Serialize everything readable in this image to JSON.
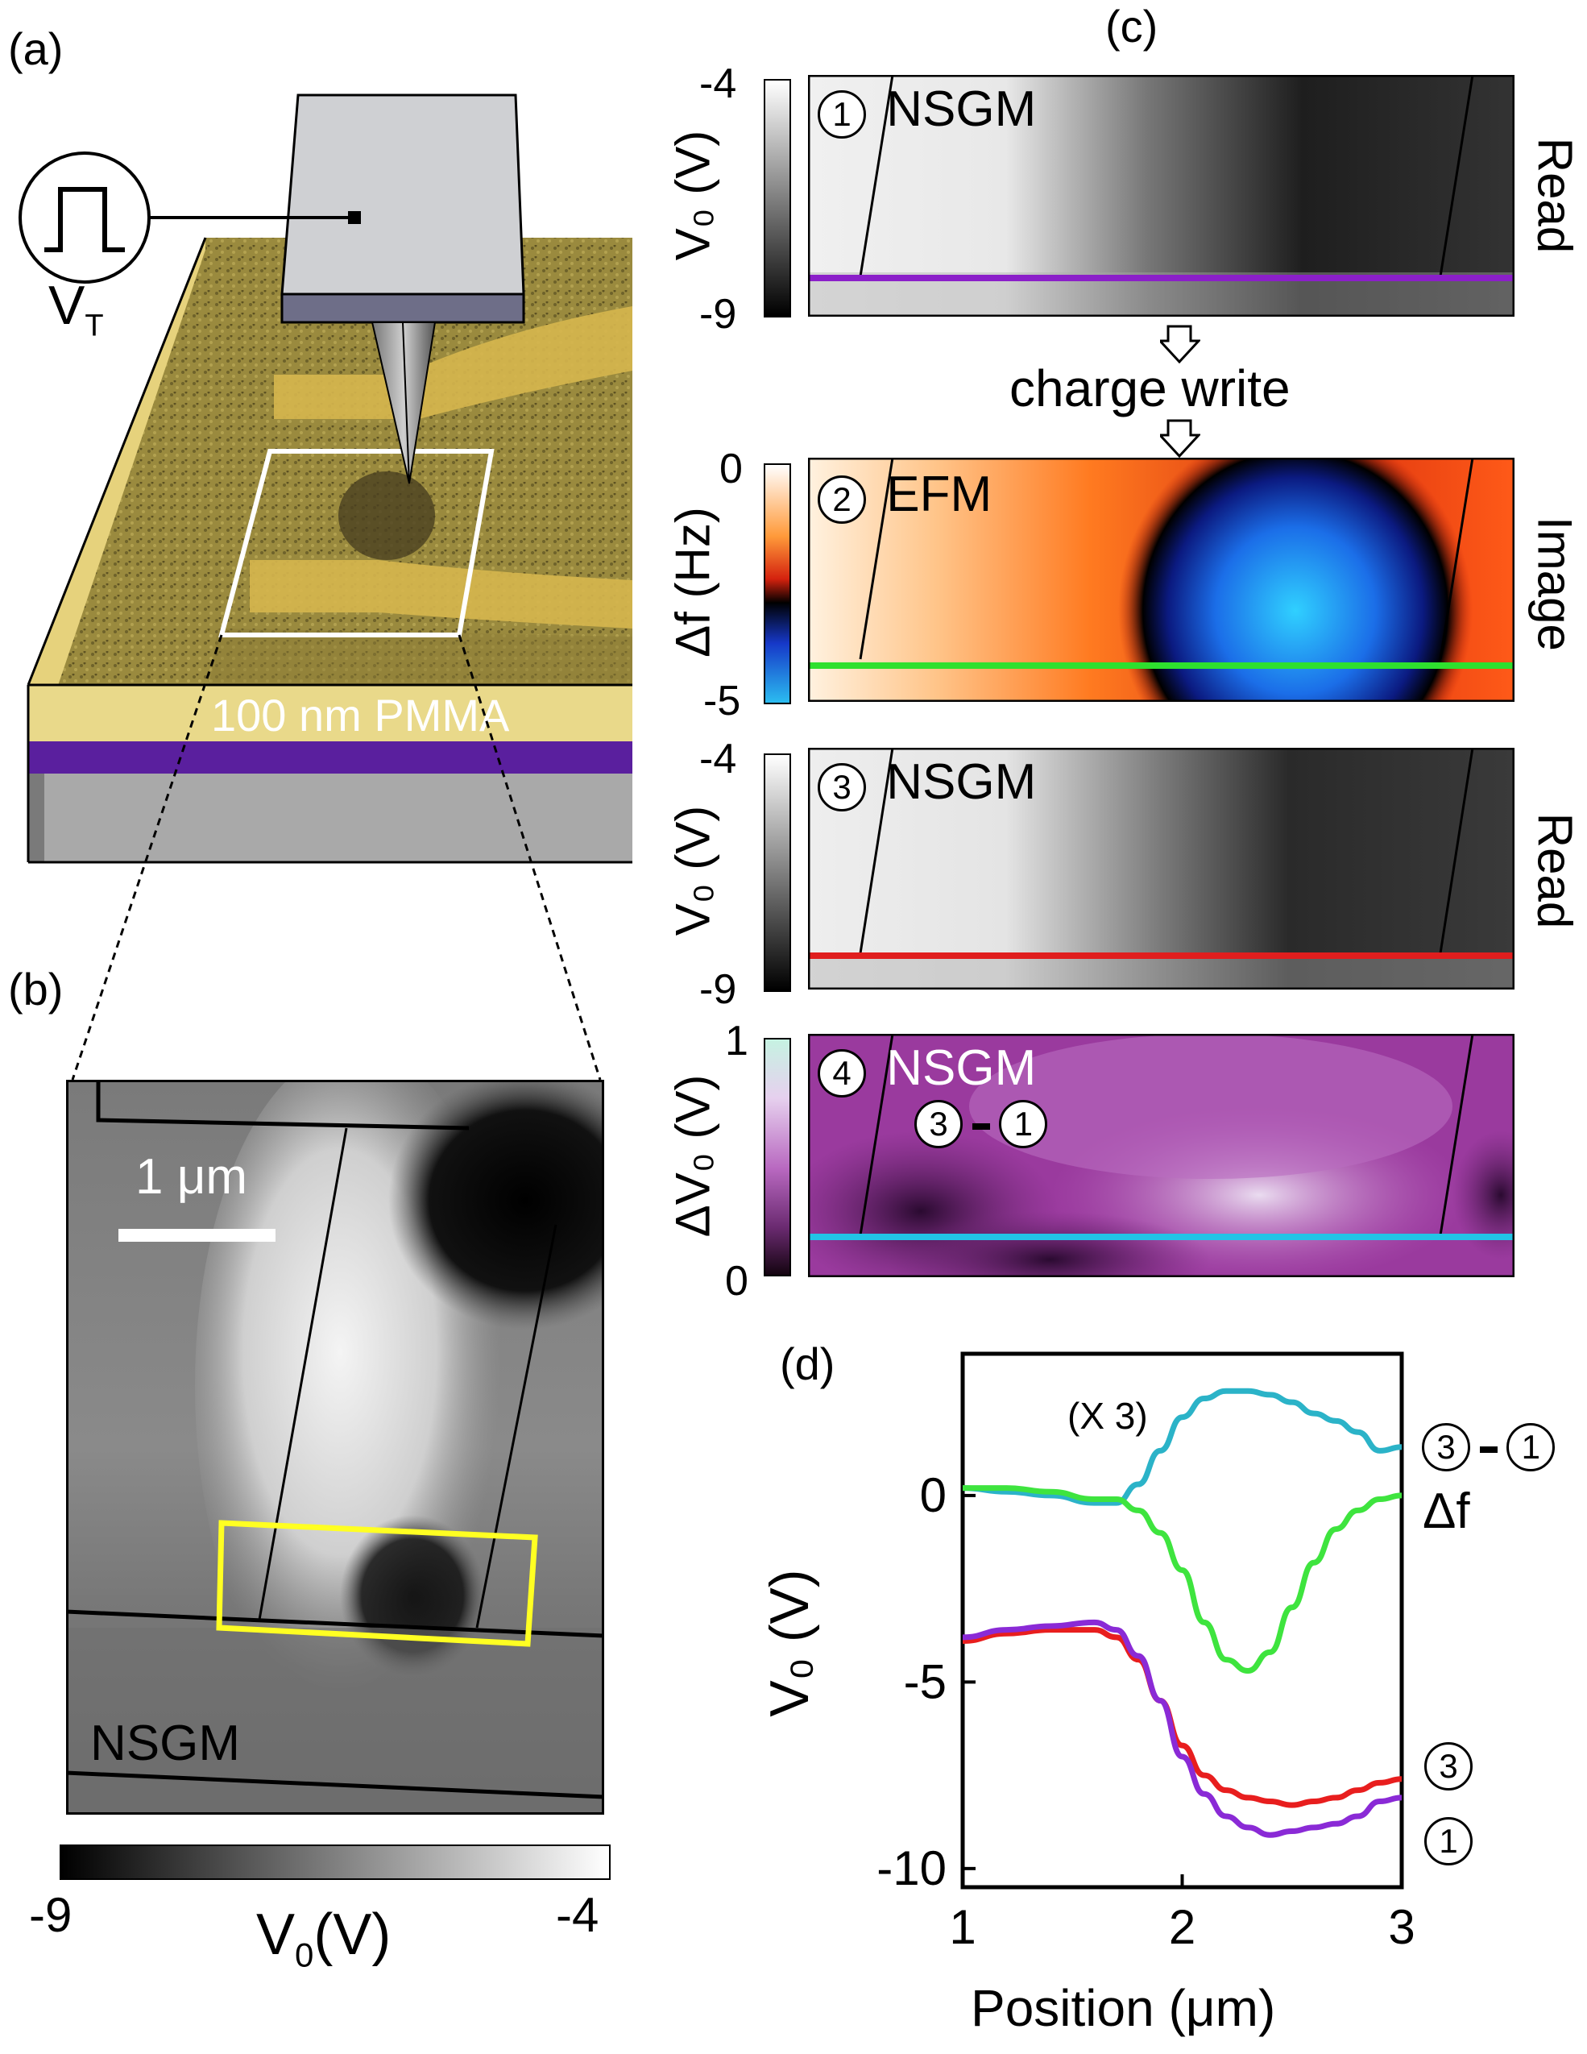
{
  "panel_labels": {
    "a": "(a)",
    "b": "(b)",
    "c": "(c)",
    "d": "(d)"
  },
  "panel_a": {
    "pulse_label": "V",
    "pulse_sub": "T",
    "layer_label": "100 nm PMMA"
  },
  "panel_b": {
    "scale_bar": "1 μm",
    "mode_label": "NSGM",
    "colorbar": {
      "min": "-9",
      "max": "-4",
      "label": "V",
      "label_sub": "0",
      "label_unit": "(V)"
    }
  },
  "panel_c": {
    "charge_write": "charge write",
    "images": [
      {
        "num": "1",
        "mode": "NSGM",
        "side": "Read",
        "cb_label": "V₀ (V)",
        "cb_top": "-4",
        "cb_bottom": "-9",
        "line_color": "#8b1fc9"
      },
      {
        "num": "2",
        "mode": "EFM",
        "side": "Image",
        "cb_label": "Δf (Hz)",
        "cb_top": "0",
        "cb_bottom": "-5",
        "line_color": "#2ee02e"
      },
      {
        "num": "3",
        "mode": "NSGM",
        "side": "Read",
        "cb_label": "V₀ (V)",
        "cb_top": "-4",
        "cb_bottom": "-9",
        "line_color": "#e01e1e"
      },
      {
        "num": "4",
        "mode": "NSGM",
        "side": "",
        "cb_label": "ΔV₀ (V)",
        "cb_top": "1",
        "cb_bottom": "0",
        "line_color": "#22c4e6",
        "diff_a": "3",
        "diff_b": "1"
      }
    ]
  },
  "chart_data": {
    "type": "line",
    "xlabel": "Position (μm)",
    "ylabel": "V₀ (V)",
    "xlim": [
      1,
      3
    ],
    "ylim": [
      -10.5,
      3.8
    ],
    "x_ticks": [
      "1",
      "2",
      "3"
    ],
    "y_ticks": [
      "0",
      "-5",
      "-10"
    ],
    "annotation": "(X 3)",
    "series": [
      {
        "name": "3-1",
        "color": "#2bb3c8",
        "x": [
          1.0,
          1.2,
          1.4,
          1.6,
          1.7,
          1.8,
          1.9,
          2.0,
          2.1,
          2.2,
          2.3,
          2.4,
          2.5,
          2.6,
          2.7,
          2.8,
          2.9,
          3.0
        ],
        "y": [
          0.2,
          0.1,
          0.0,
          -0.2,
          -0.2,
          0.3,
          1.2,
          2.1,
          2.6,
          2.8,
          2.8,
          2.7,
          2.5,
          2.2,
          2.0,
          1.7,
          1.2,
          1.3
        ]
      },
      {
        "name": "Δf",
        "color": "#3ee43e",
        "x": [
          1.0,
          1.2,
          1.4,
          1.6,
          1.7,
          1.8,
          1.9,
          2.0,
          2.1,
          2.2,
          2.3,
          2.4,
          2.5,
          2.6,
          2.7,
          2.8,
          2.9,
          3.0
        ],
        "y": [
          0.2,
          0.2,
          0.1,
          -0.1,
          -0.1,
          -0.4,
          -1.0,
          -2.0,
          -3.4,
          -4.4,
          -4.7,
          -4.2,
          -3.0,
          -1.8,
          -0.9,
          -0.4,
          -0.1,
          0.0
        ]
      },
      {
        "name": "3",
        "color": "#e81e1e",
        "x": [
          1.0,
          1.2,
          1.4,
          1.6,
          1.7,
          1.8,
          1.9,
          2.0,
          2.1,
          2.2,
          2.3,
          2.4,
          2.5,
          2.6,
          2.7,
          2.8,
          2.9,
          3.0
        ],
        "y": [
          -3.9,
          -3.7,
          -3.6,
          -3.6,
          -3.8,
          -4.4,
          -5.5,
          -6.7,
          -7.5,
          -7.9,
          -8.1,
          -8.2,
          -8.3,
          -8.2,
          -8.1,
          -7.9,
          -7.7,
          -7.6
        ]
      },
      {
        "name": "1",
        "color": "#8a2ad6",
        "x": [
          1.0,
          1.2,
          1.4,
          1.6,
          1.7,
          1.8,
          1.9,
          2.0,
          2.1,
          2.2,
          2.3,
          2.4,
          2.5,
          2.6,
          2.7,
          2.8,
          2.9,
          3.0
        ],
        "y": [
          -3.8,
          -3.6,
          -3.5,
          -3.4,
          -3.6,
          -4.3,
          -5.5,
          -7.0,
          -8.0,
          -8.6,
          -8.9,
          -9.1,
          -9.0,
          -8.9,
          -8.8,
          -8.6,
          -8.2,
          -8.1
        ]
      }
    ],
    "right_labels": [
      {
        "text": "3",
        "circled": true,
        "y": -8.0
      },
      {
        "text": "1",
        "circled": true,
        "y": -9.2
      }
    ]
  }
}
